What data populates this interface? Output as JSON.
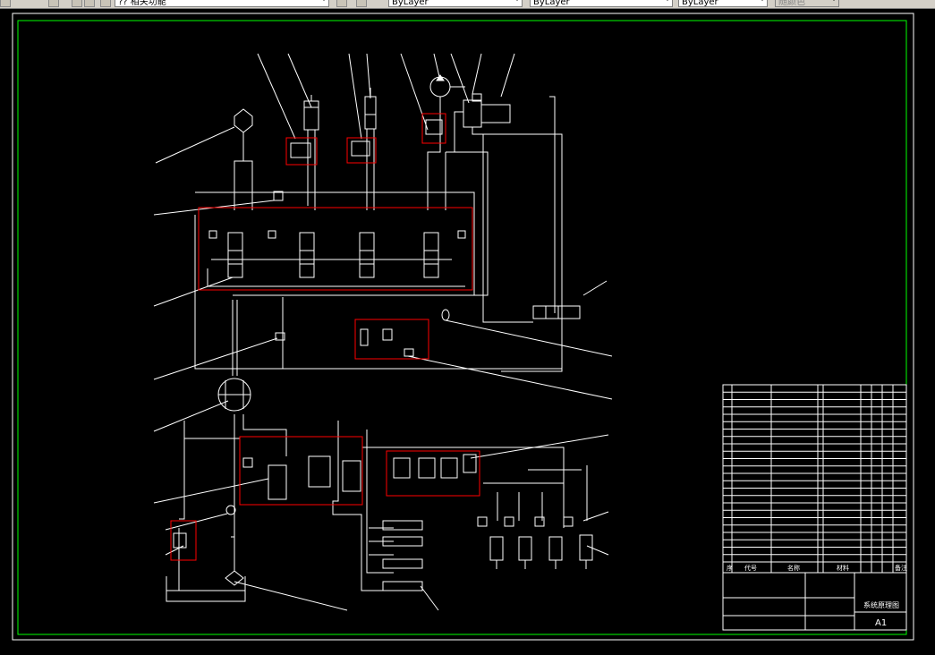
{
  "toolbar": {
    "layer_state": "?? 相关功能",
    "color_control": "ByLayer",
    "linetype_control": "ByLayer",
    "lineweight_control": "ByLayer",
    "plot_style": "随颜色"
  },
  "title_block": {
    "drawing_name": "系统原理图",
    "sheet_size": "A1",
    "header_seq": "序",
    "header_code": "代号",
    "header_name": "名称",
    "header_material": "材料",
    "header_note": "备注",
    "rows": [
      "",
      "",
      "",
      "",
      "",
      "",
      "",
      "",
      "",
      "",
      "",
      "",
      "",
      "",
      "",
      "",
      "",
      "",
      "",
      "",
      "",
      "",
      "",
      ""
    ]
  },
  "colors": {
    "line": "#ffffff",
    "highlight_box": "#ff0000",
    "frame": "#00ff00"
  }
}
